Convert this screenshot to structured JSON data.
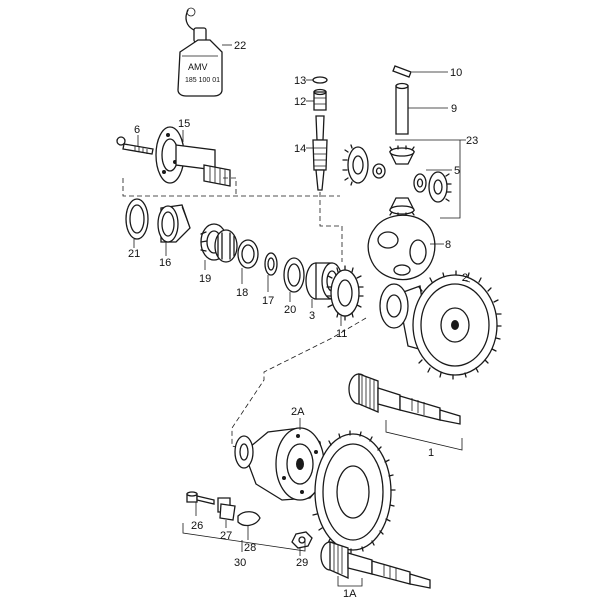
{
  "bottle": {
    "brand": "AMV",
    "code": "185 100 01"
  },
  "callouts": {
    "p1": "1",
    "p1a": "1A",
    "p2": "2",
    "p2a": "2A",
    "p3": "3",
    "p5": "5",
    "p6": "6",
    "p8": "8",
    "p9": "9",
    "p10": "10",
    "p11": "11",
    "p12": "12",
    "p13": "13",
    "p14": "14",
    "p15": "15",
    "p16": "16",
    "p17": "17",
    "p18": "18",
    "p19": "19",
    "p20": "20",
    "p21": "21",
    "p22": "22",
    "p23": "23",
    "p26": "26",
    "p27": "27",
    "p28": "28",
    "p29": "29",
    "p30": "30"
  }
}
